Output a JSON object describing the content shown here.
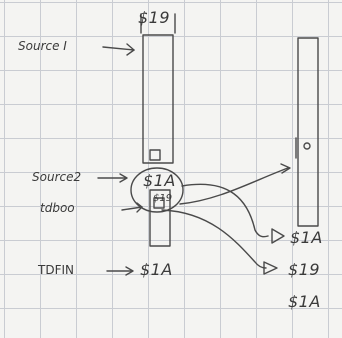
{
  "labels": {
    "top_value": "$19",
    "source1": "Source I",
    "source2": "Source2",
    "tdboo": "tdboo",
    "tdfin": "TDFIN",
    "center_1a": "$1A",
    "center_19": "$19",
    "tdfin_value": "$1A",
    "right_1a_top": "$1A",
    "right_19": "$19",
    "right_1a_bottom": "$1A"
  },
  "colors": {
    "ink": "#4a4a4a",
    "grid": "#c9ccd2",
    "paper": "#f4f4f2"
  }
}
